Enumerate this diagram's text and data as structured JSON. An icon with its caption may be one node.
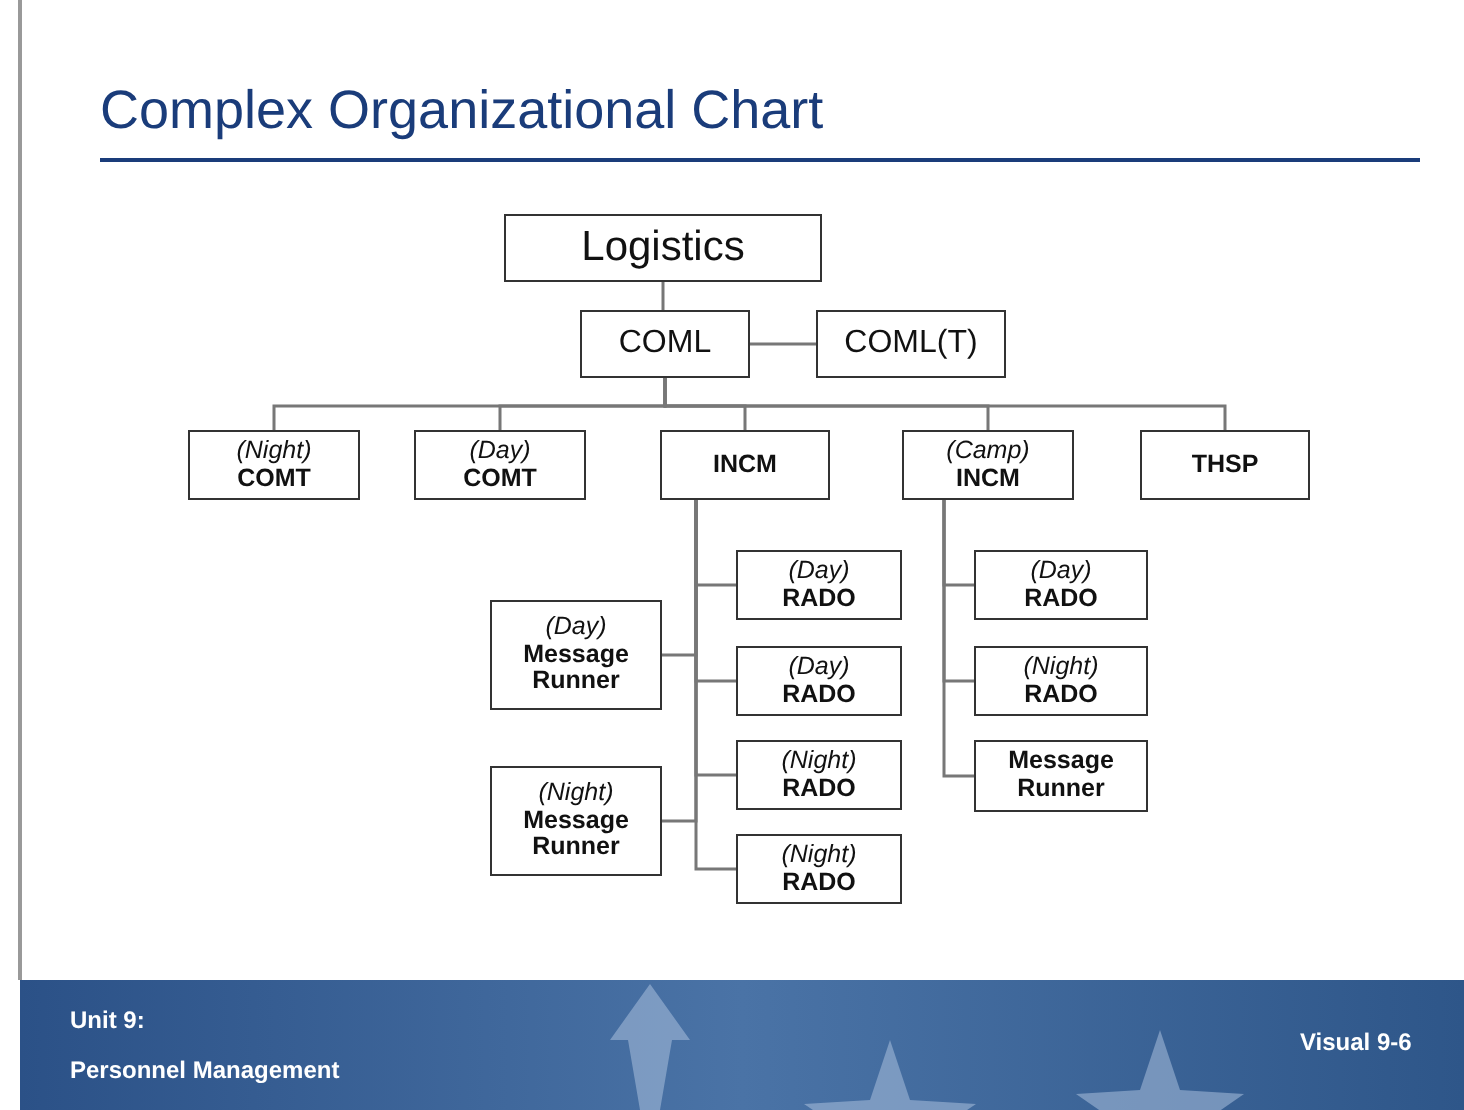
{
  "diagram": {
    "title": "Complex Organizational Chart",
    "nodes": [
      {
        "text": [
          "Logistics"
        ]
      },
      {
        "text": [
          "COML"
        ]
      },
      {
        "text": [
          "COML(T)"
        ]
      },
      {
        "text": [
          "(Night)",
          "COMT"
        ]
      },
      {
        "text": [
          "(Day)",
          "COMT"
        ]
      },
      {
        "text": [
          "INCM"
        ]
      },
      {
        "text": [
          "(Camp)",
          "INCM"
        ]
      },
      {
        "text": [
          "THSP"
        ]
      },
      {
        "text": [
          "(Day)",
          "RADO"
        ]
      },
      {
        "text": [
          "(Day)",
          "Message Runner"
        ]
      },
      {
        "text": [
          "(Day)",
          "RADO"
        ]
      },
      {
        "text": [
          "(Night)",
          "RADO"
        ]
      },
      {
        "text": [
          "(Night)",
          "Message Runner"
        ]
      },
      {
        "text": [
          "(Night)",
          "RADO"
        ]
      },
      {
        "text": [
          "(Day)",
          "RADO"
        ]
      },
      {
        "text": [
          "(Night)",
          "RADO"
        ]
      },
      {
        "text": [
          "Message Runner"
        ]
      }
    ],
    "edges": [
      {
        "from": 0,
        "to": 1,
        "arrow": "none"
      },
      {
        "from": 1,
        "to": 2,
        "arrow": "none"
      },
      {
        "from": 1,
        "to": 3,
        "arrow": "none"
      },
      {
        "from": 1,
        "to": 4,
        "arrow": "none"
      },
      {
        "from": 1,
        "to": 5,
        "arrow": "none"
      },
      {
        "from": 1,
        "to": 6,
        "arrow": "none"
      },
      {
        "from": 1,
        "to": 7,
        "arrow": "none"
      },
      {
        "from": 5,
        "to": 8,
        "arrow": "none"
      },
      {
        "from": 5,
        "to": 9,
        "arrow": "none"
      },
      {
        "from": 5,
        "to": 10,
        "arrow": "none"
      },
      {
        "from": 5,
        "to": 11,
        "arrow": "none"
      },
      {
        "from": 5,
        "to": 12,
        "arrow": "none"
      },
      {
        "from": 5,
        "to": 13,
        "arrow": "none"
      },
      {
        "from": 6,
        "to": 14,
        "arrow": "none"
      },
      {
        "from": 6,
        "to": 15,
        "arrow": "none"
      },
      {
        "from": 6,
        "to": 16,
        "arrow": "none"
      }
    ],
    "labels": [
      "Unit 9:",
      "Personnel Management",
      "Visual 9-6"
    ]
  }
}
